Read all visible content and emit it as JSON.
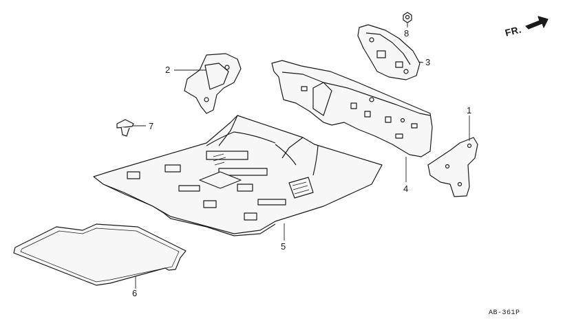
{
  "diagram": {
    "callouts": {
      "c1": "1",
      "c2": "2",
      "c3": "3",
      "c4": "4",
      "c5": "5",
      "c6": "6",
      "c7": "7",
      "c8": "8"
    },
    "direction_label": "FR.",
    "reference_code": "AB-361P"
  },
  "colors": {
    "line": "#1a1a1a",
    "fill": "#f7f7f7",
    "background": "#ffffff"
  }
}
